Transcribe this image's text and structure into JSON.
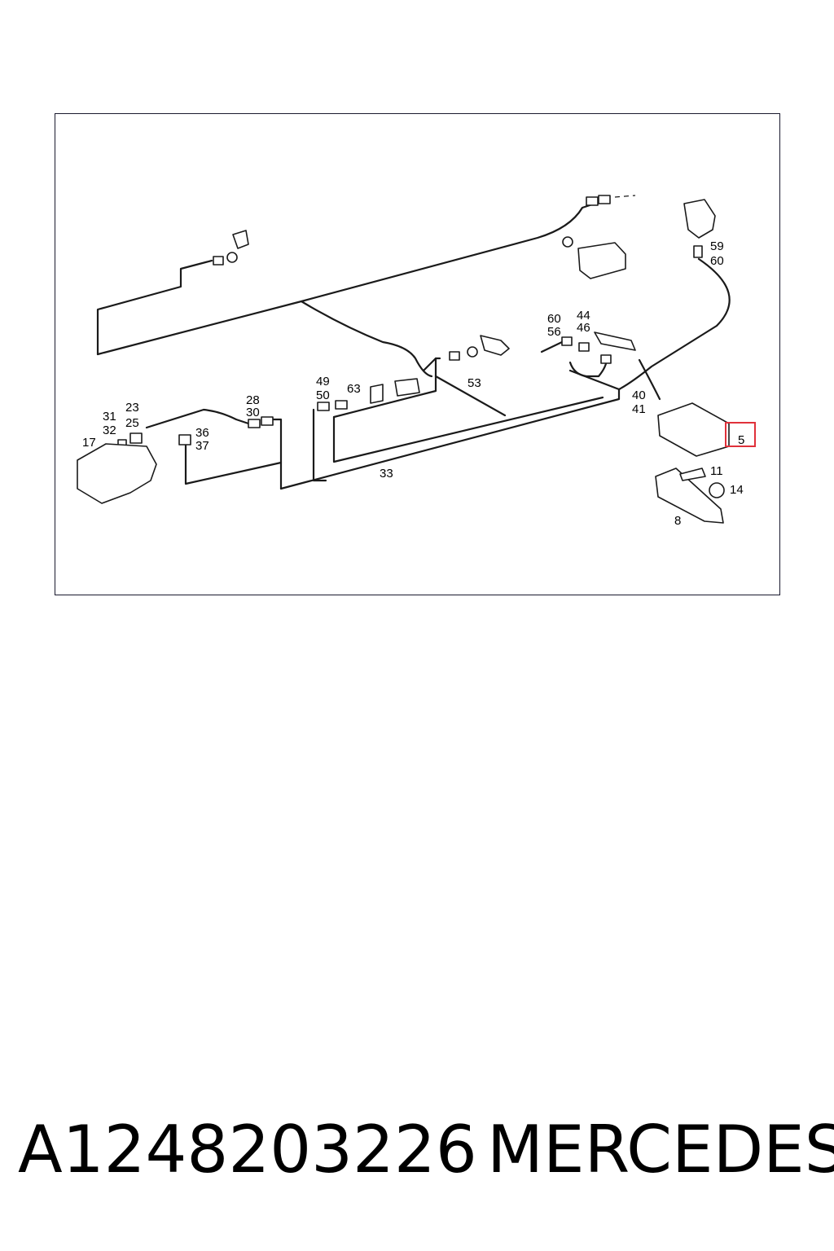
{
  "diagram": {
    "callouts": [
      "59",
      "60",
      "60",
      "56",
      "44",
      "46",
      "53",
      "49",
      "50",
      "63",
      "28",
      "30",
      "31",
      "32",
      "23",
      "25",
      "17",
      "36",
      "37",
      "33",
      "40",
      "41",
      "5",
      "11",
      "14",
      "8"
    ],
    "highlighted_callout": "5",
    "highlight_color": "#e0313a"
  },
  "footer": {
    "part_number": "A1248203226",
    "brand": "MERCEDES"
  }
}
